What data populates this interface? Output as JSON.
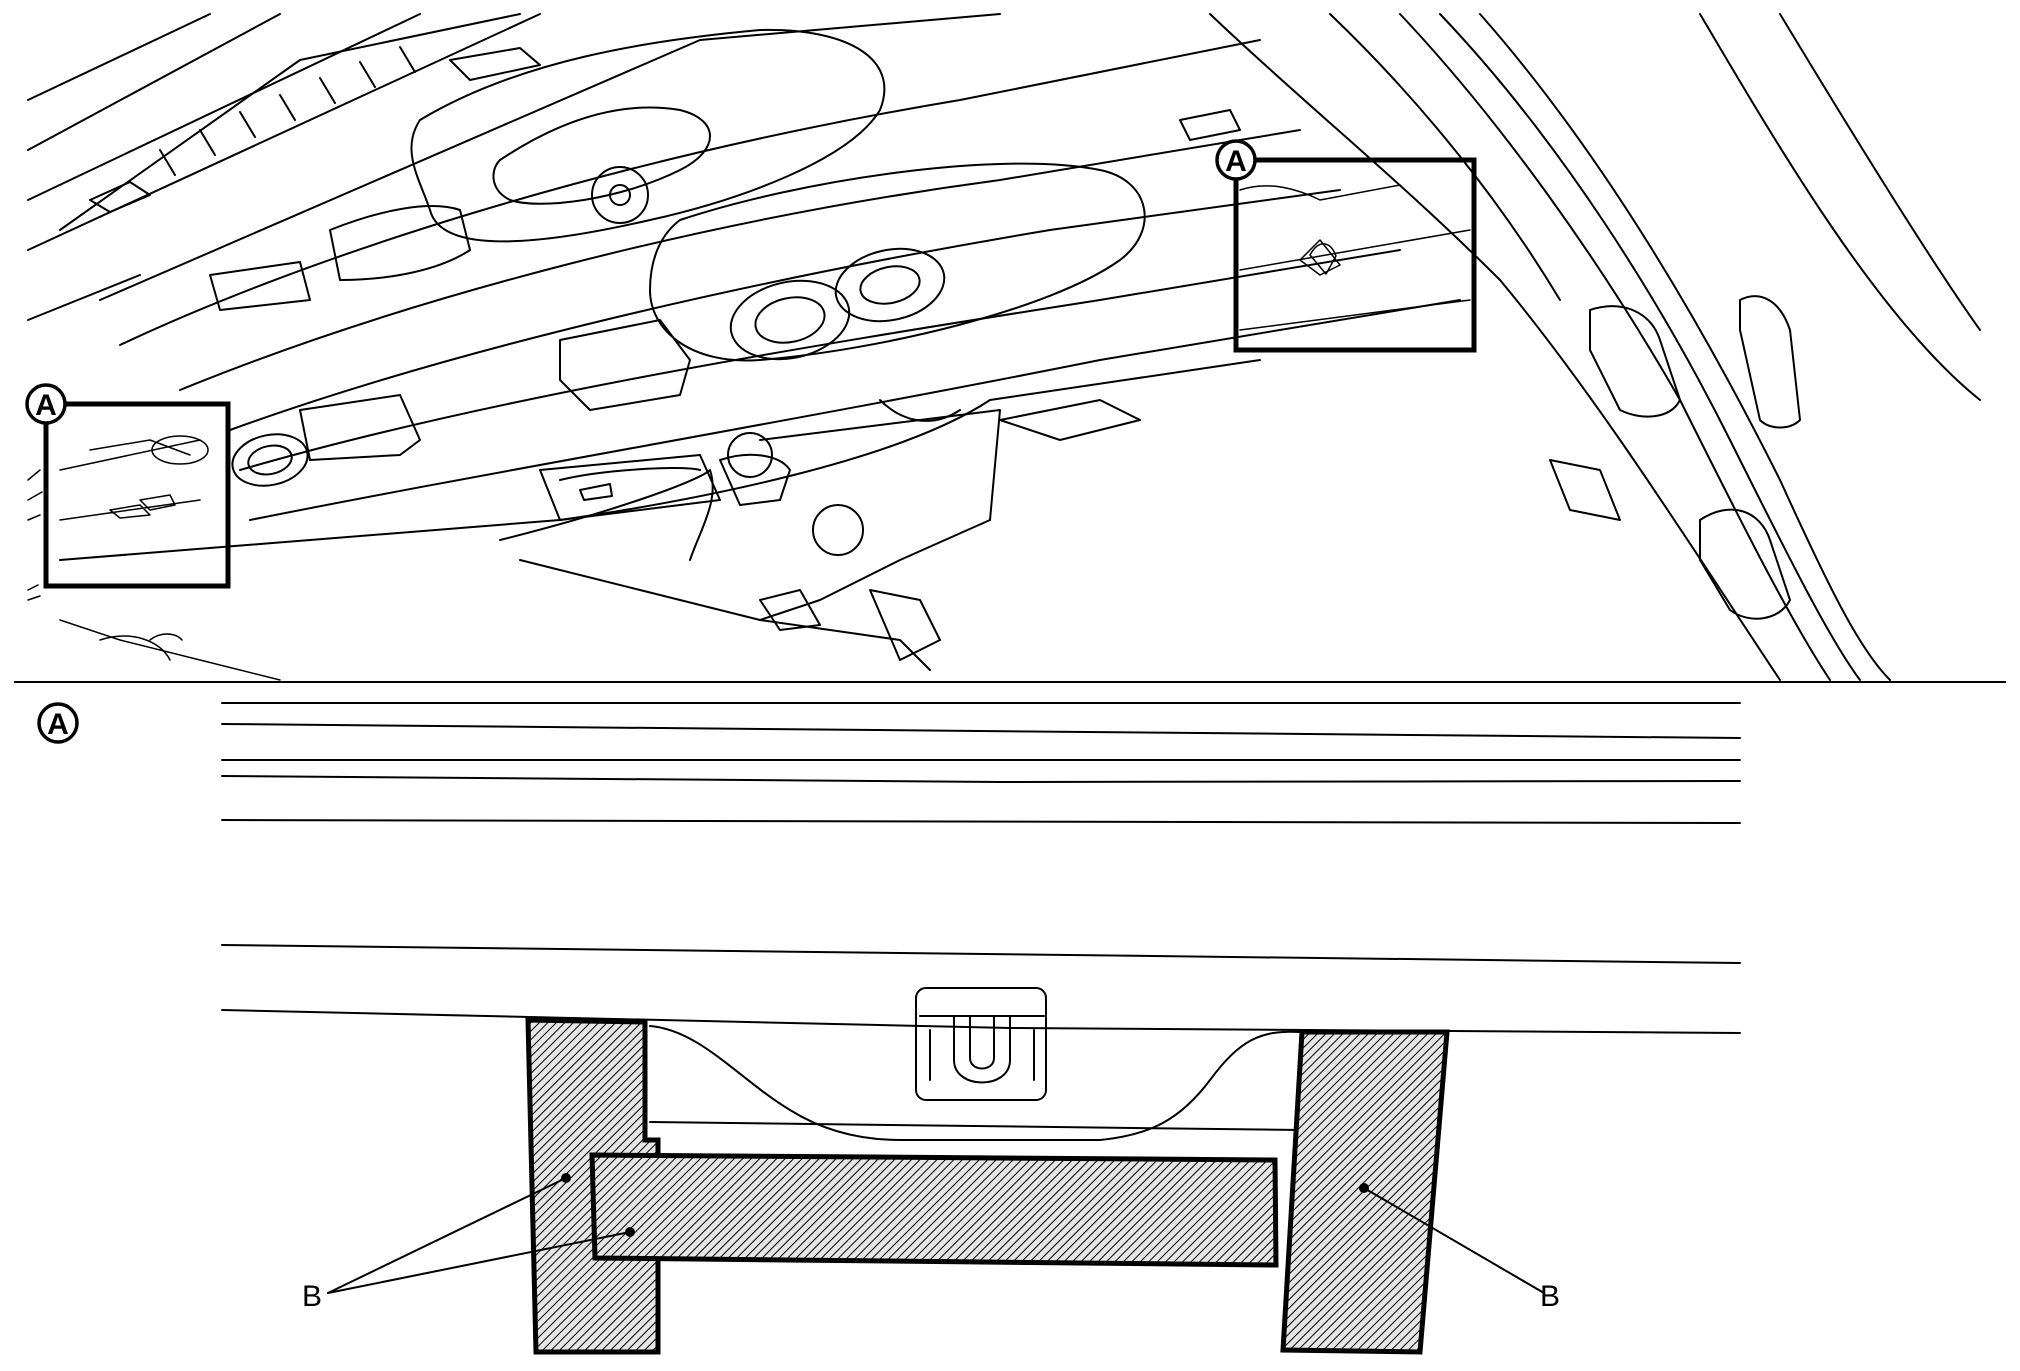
{
  "callouts": {
    "detail_marker": "A",
    "section_label": "A",
    "part_label": "B"
  },
  "colors": {
    "line": "#000000",
    "background": "#ffffff",
    "hatch_fill": "#d8d8d8"
  }
}
